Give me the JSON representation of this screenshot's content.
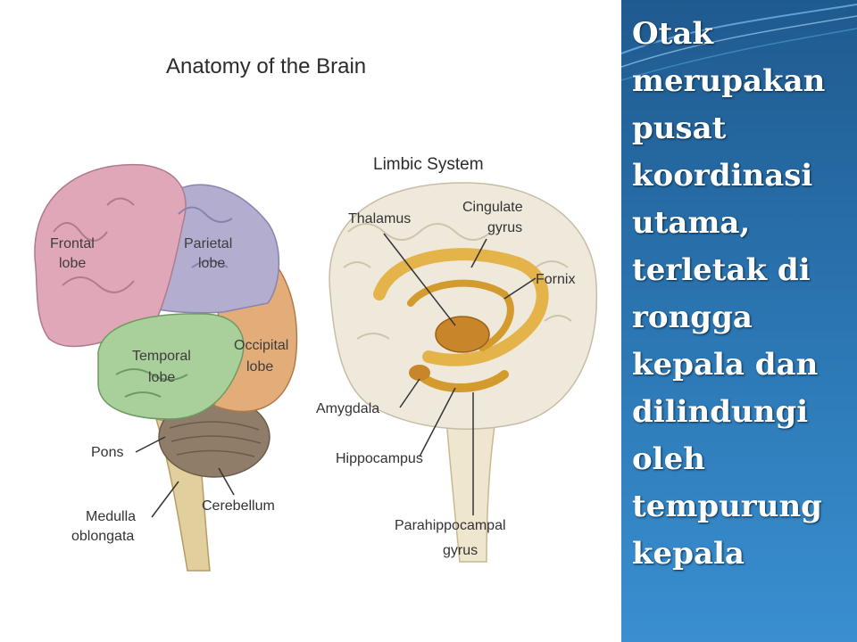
{
  "slide": {
    "text": "Otak merupakan pusat koordinasi utama, terletak di rongga kepala dan dilindungi oleh tempurung kepala"
  },
  "figure": {
    "title": "Anatomy of the Brain",
    "subtitle": "Limbic System",
    "left_labels": {
      "frontal": [
        "Frontal",
        "lobe"
      ],
      "parietal": [
        "Parietal",
        "lobe"
      ],
      "temporal": [
        "Temporal",
        "lobe"
      ],
      "occipital": [
        "Occipital",
        "lobe"
      ],
      "pons": "Pons",
      "medulla": [
        "Medulla",
        "oblongata"
      ],
      "cerebellum": "Cerebellum"
    },
    "right_labels": {
      "thalamus": "Thalamus",
      "cingulate": [
        "Cingulate",
        "gyrus"
      ],
      "fornix": "Fornix",
      "amygdala": "Amygdala",
      "hippocampus": "Hippocampus",
      "parahippocampal": [
        "Parahippocampal",
        "gyrus"
      ]
    }
  },
  "colors": {
    "panel_blue_top": "#1f5a8f",
    "panel_blue_bottom": "#3a8fd0",
    "frontal": "#dfa7b8",
    "parietal": "#b3aed0",
    "temporal": "#a9cf9a",
    "occipital": "#e3ad7a",
    "cerebellum": "#8f7d6a",
    "limbic": "#e4b34a"
  }
}
